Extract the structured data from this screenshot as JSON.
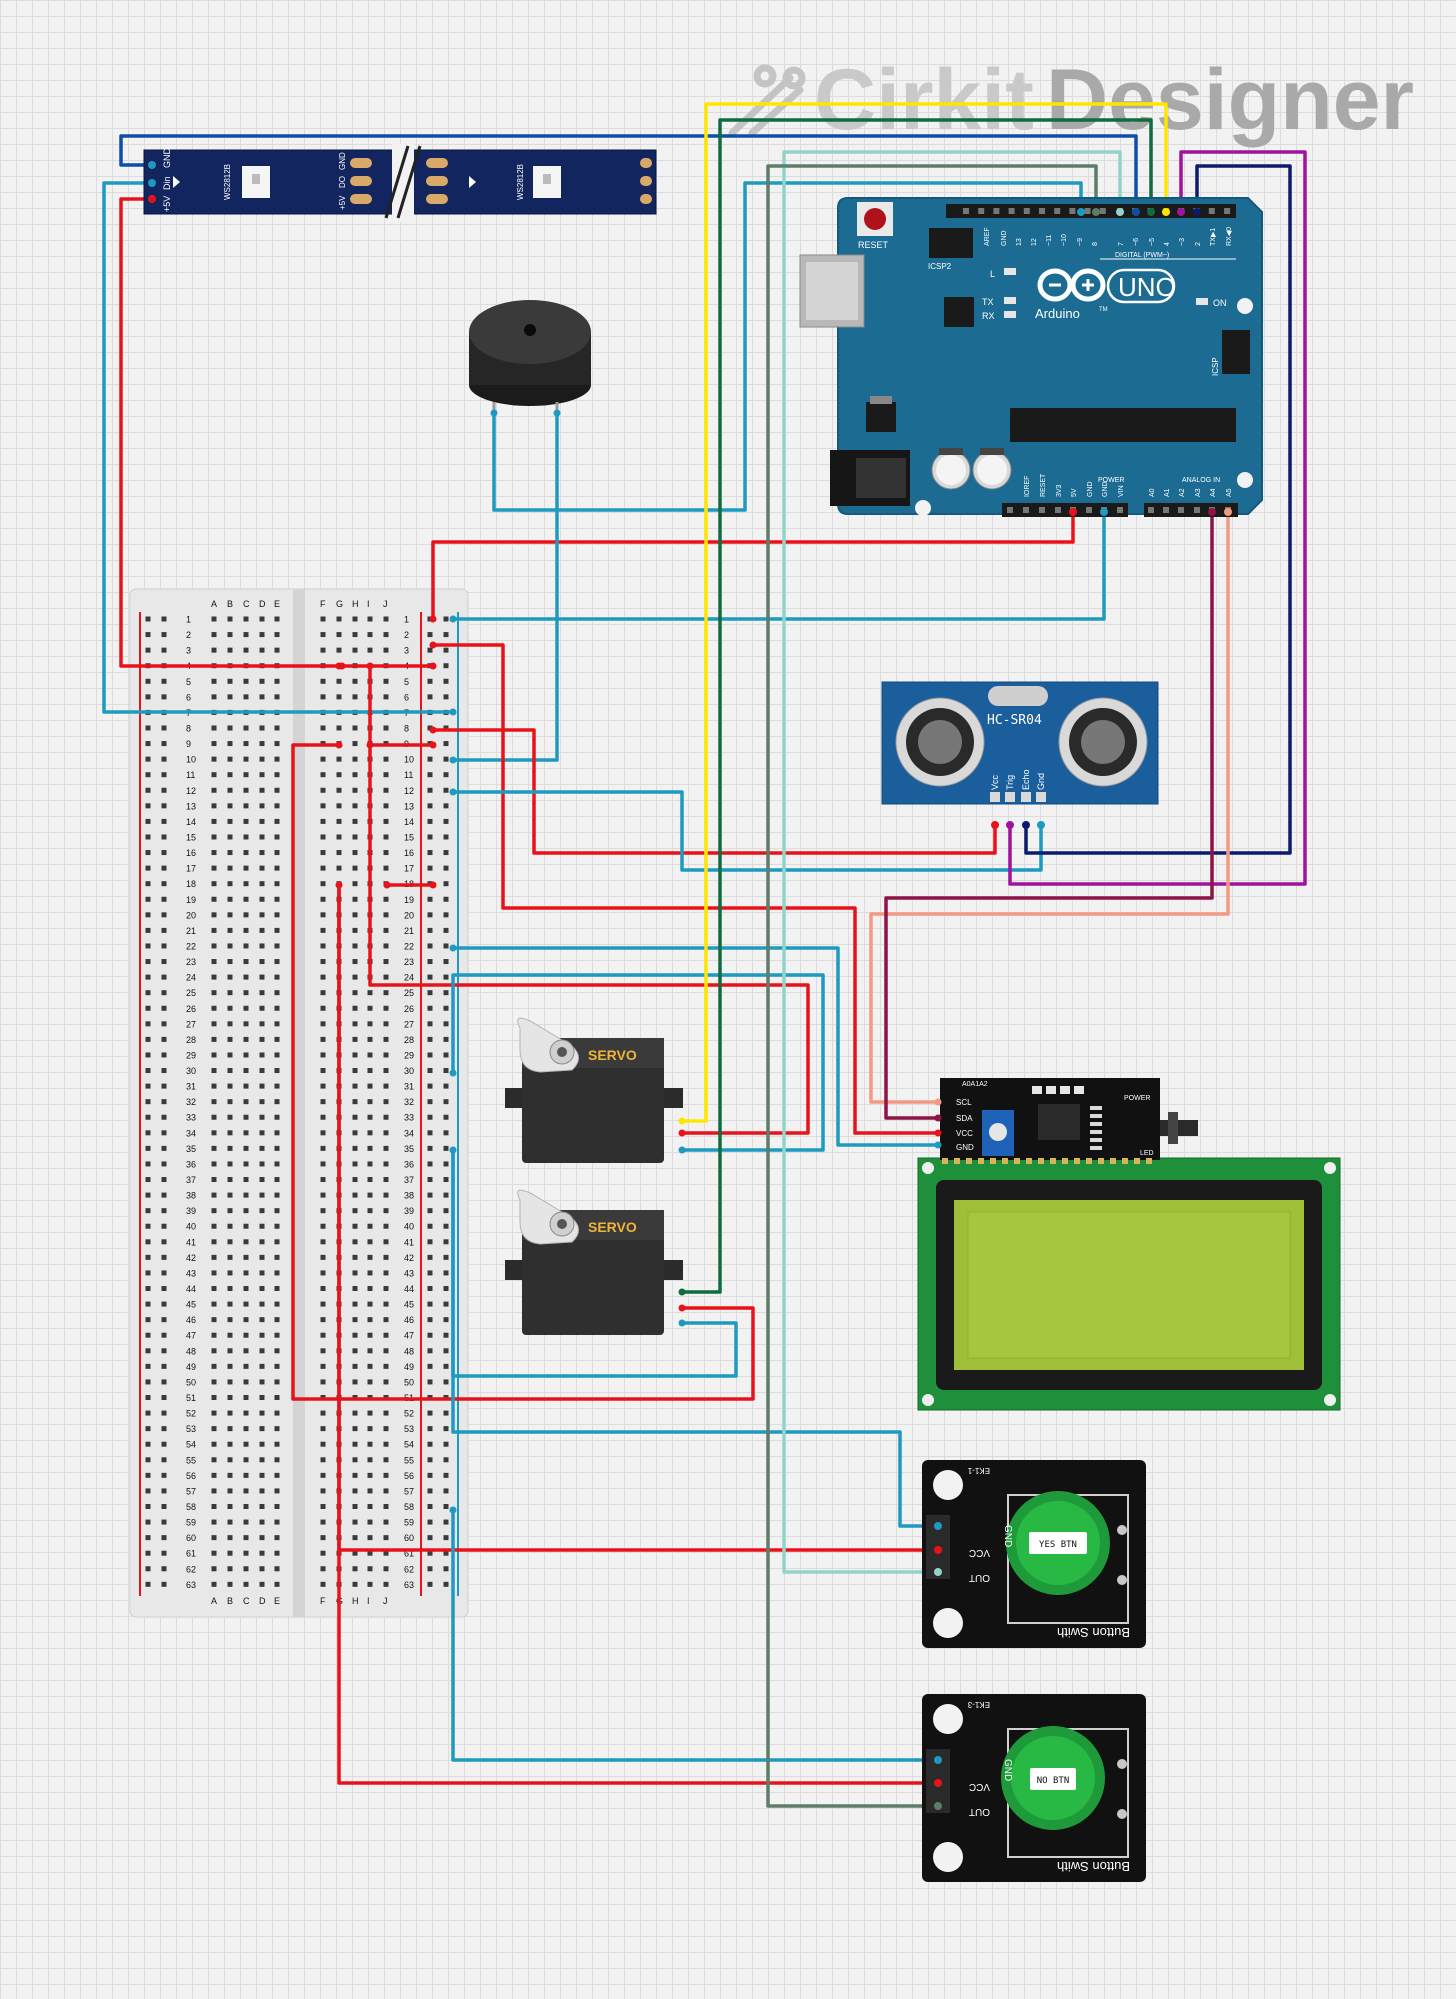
{
  "logo": {
    "word1": "Cirkit",
    "word2": "Designer"
  },
  "led_strip": {
    "chip_label": "WS2812B",
    "pins_left": [
      "GND",
      "Din",
      "+5V"
    ],
    "pad_labels": [
      "GND",
      "DO",
      "+5V"
    ]
  },
  "arduino": {
    "reset_label": "RESET",
    "icsp2_label": "ICSP2",
    "icsp_label": "ICSP",
    "brand": "Arduino",
    "model": "UNO",
    "tm": "TM",
    "digital_label": "DIGITAL (PWM~)",
    "on_label": "ON",
    "led_l": "L",
    "led_tx": "TX",
    "led_rx": "RX",
    "power_label": "POWER",
    "analog_label": "ANALOG IN",
    "top_pins": [
      "AREF",
      "GND",
      "13",
      "12",
      "~11",
      "~10",
      "~9",
      "8",
      "7",
      "~6",
      "~5",
      "4",
      "~3",
      "2",
      "TX▶1",
      "RX◀0"
    ],
    "power_pins": [
      "IOREF",
      "RESET",
      "3V3",
      "5V",
      "GND",
      "GND",
      "VIN"
    ],
    "analog_pins": [
      "A0",
      "A1",
      "A2",
      "A3",
      "A4",
      "A5"
    ]
  },
  "breadboard": {
    "left_cols": [
      "A",
      "B",
      "C",
      "D",
      "E"
    ],
    "right_cols": [
      "F",
      "G",
      "H",
      "I",
      "J"
    ],
    "rows": 63
  },
  "ultrasonic": {
    "model": "HC-SR04",
    "pins": [
      "Vcc",
      "Trig",
      "Echo",
      "Gnd"
    ]
  },
  "servo1": {
    "label": "SERVO"
  },
  "servo2": {
    "label": "SERVO"
  },
  "i2c": {
    "pins": [
      "SCL",
      "SDA",
      "VCC",
      "GND"
    ],
    "addr_label": "A0A1A2",
    "power_label": "POWER",
    "led_label": "LED"
  },
  "button1": {
    "cap_label": "YES BTN",
    "pins": [
      "GND",
      "VCC",
      "OUT"
    ],
    "board_label": "Button Swith",
    "part_no": "EK1-1"
  },
  "button2": {
    "cap_label": "NO BTN",
    "pins": [
      "GND",
      "VCC",
      "OUT"
    ],
    "board_label": "Button Swith",
    "part_no": "EK1-3"
  },
  "colors": {
    "power_red": "#e8121b",
    "ground_blue": "#1e9ac0",
    "data_yellow": "#ffe600",
    "data_green": "#106b3e",
    "data_navy": "#0d1b6e",
    "data_purple": "#a0139b",
    "data_salmon": "#f59a82",
    "data_sage": "#5d7d68",
    "data_mint": "#93d3cc",
    "data_darkblue": "#0d4ea8",
    "board_blue": "#1b6b93",
    "lcd_green": "#a3c43c"
  }
}
